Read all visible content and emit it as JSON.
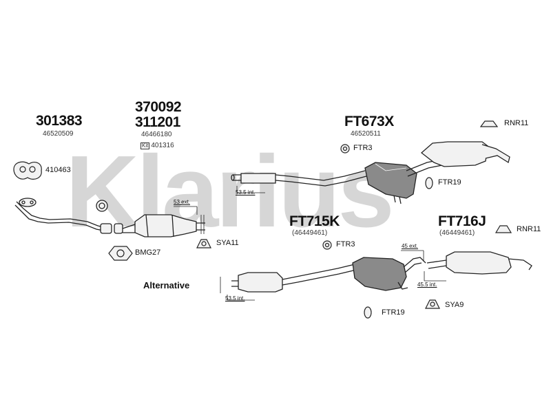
{
  "watermark": "Klarius",
  "labels": {
    "p301383": "301383",
    "p301383_oe": "46520509",
    "p370092": "370092",
    "p311201": "311201",
    "p311201_oe": "46466180",
    "kit_tag": "Kit",
    "kit_no": "401316",
    "ft673x": "FT673X",
    "ft673x_oe": "46520511",
    "ft715k": "FT715K",
    "ft715k_oe": "(46449461)",
    "ft716j": "FT716J",
    "ft716j_oe": "(46449461)",
    "alternative": "Alternative"
  },
  "accessories": {
    "a410463": "410463",
    "bmg27": "BMG27",
    "sya11": "SYA11",
    "ftr3_top": "FTR3",
    "ftr3_bottom": "FTR3",
    "ftr19_top": "FTR19",
    "ftr19_bottom": "FTR19",
    "rnr11_top": "RNR11",
    "rnr11_bottom": "RNR11",
    "sya9": "SYA9"
  },
  "dimensions": {
    "d53ext": "53 ext.",
    "d53_5int_top": "53.5 int.",
    "d53_5int_bottom": "53.5 int.",
    "d45ext": "45 ext.",
    "d45_5int": "45.5 int."
  },
  "colors": {
    "line": "#222222",
    "fill_light": "#f2f2f2",
    "fill_dark": "#8a8a8a",
    "watermark": "#d6d6d6"
  }
}
